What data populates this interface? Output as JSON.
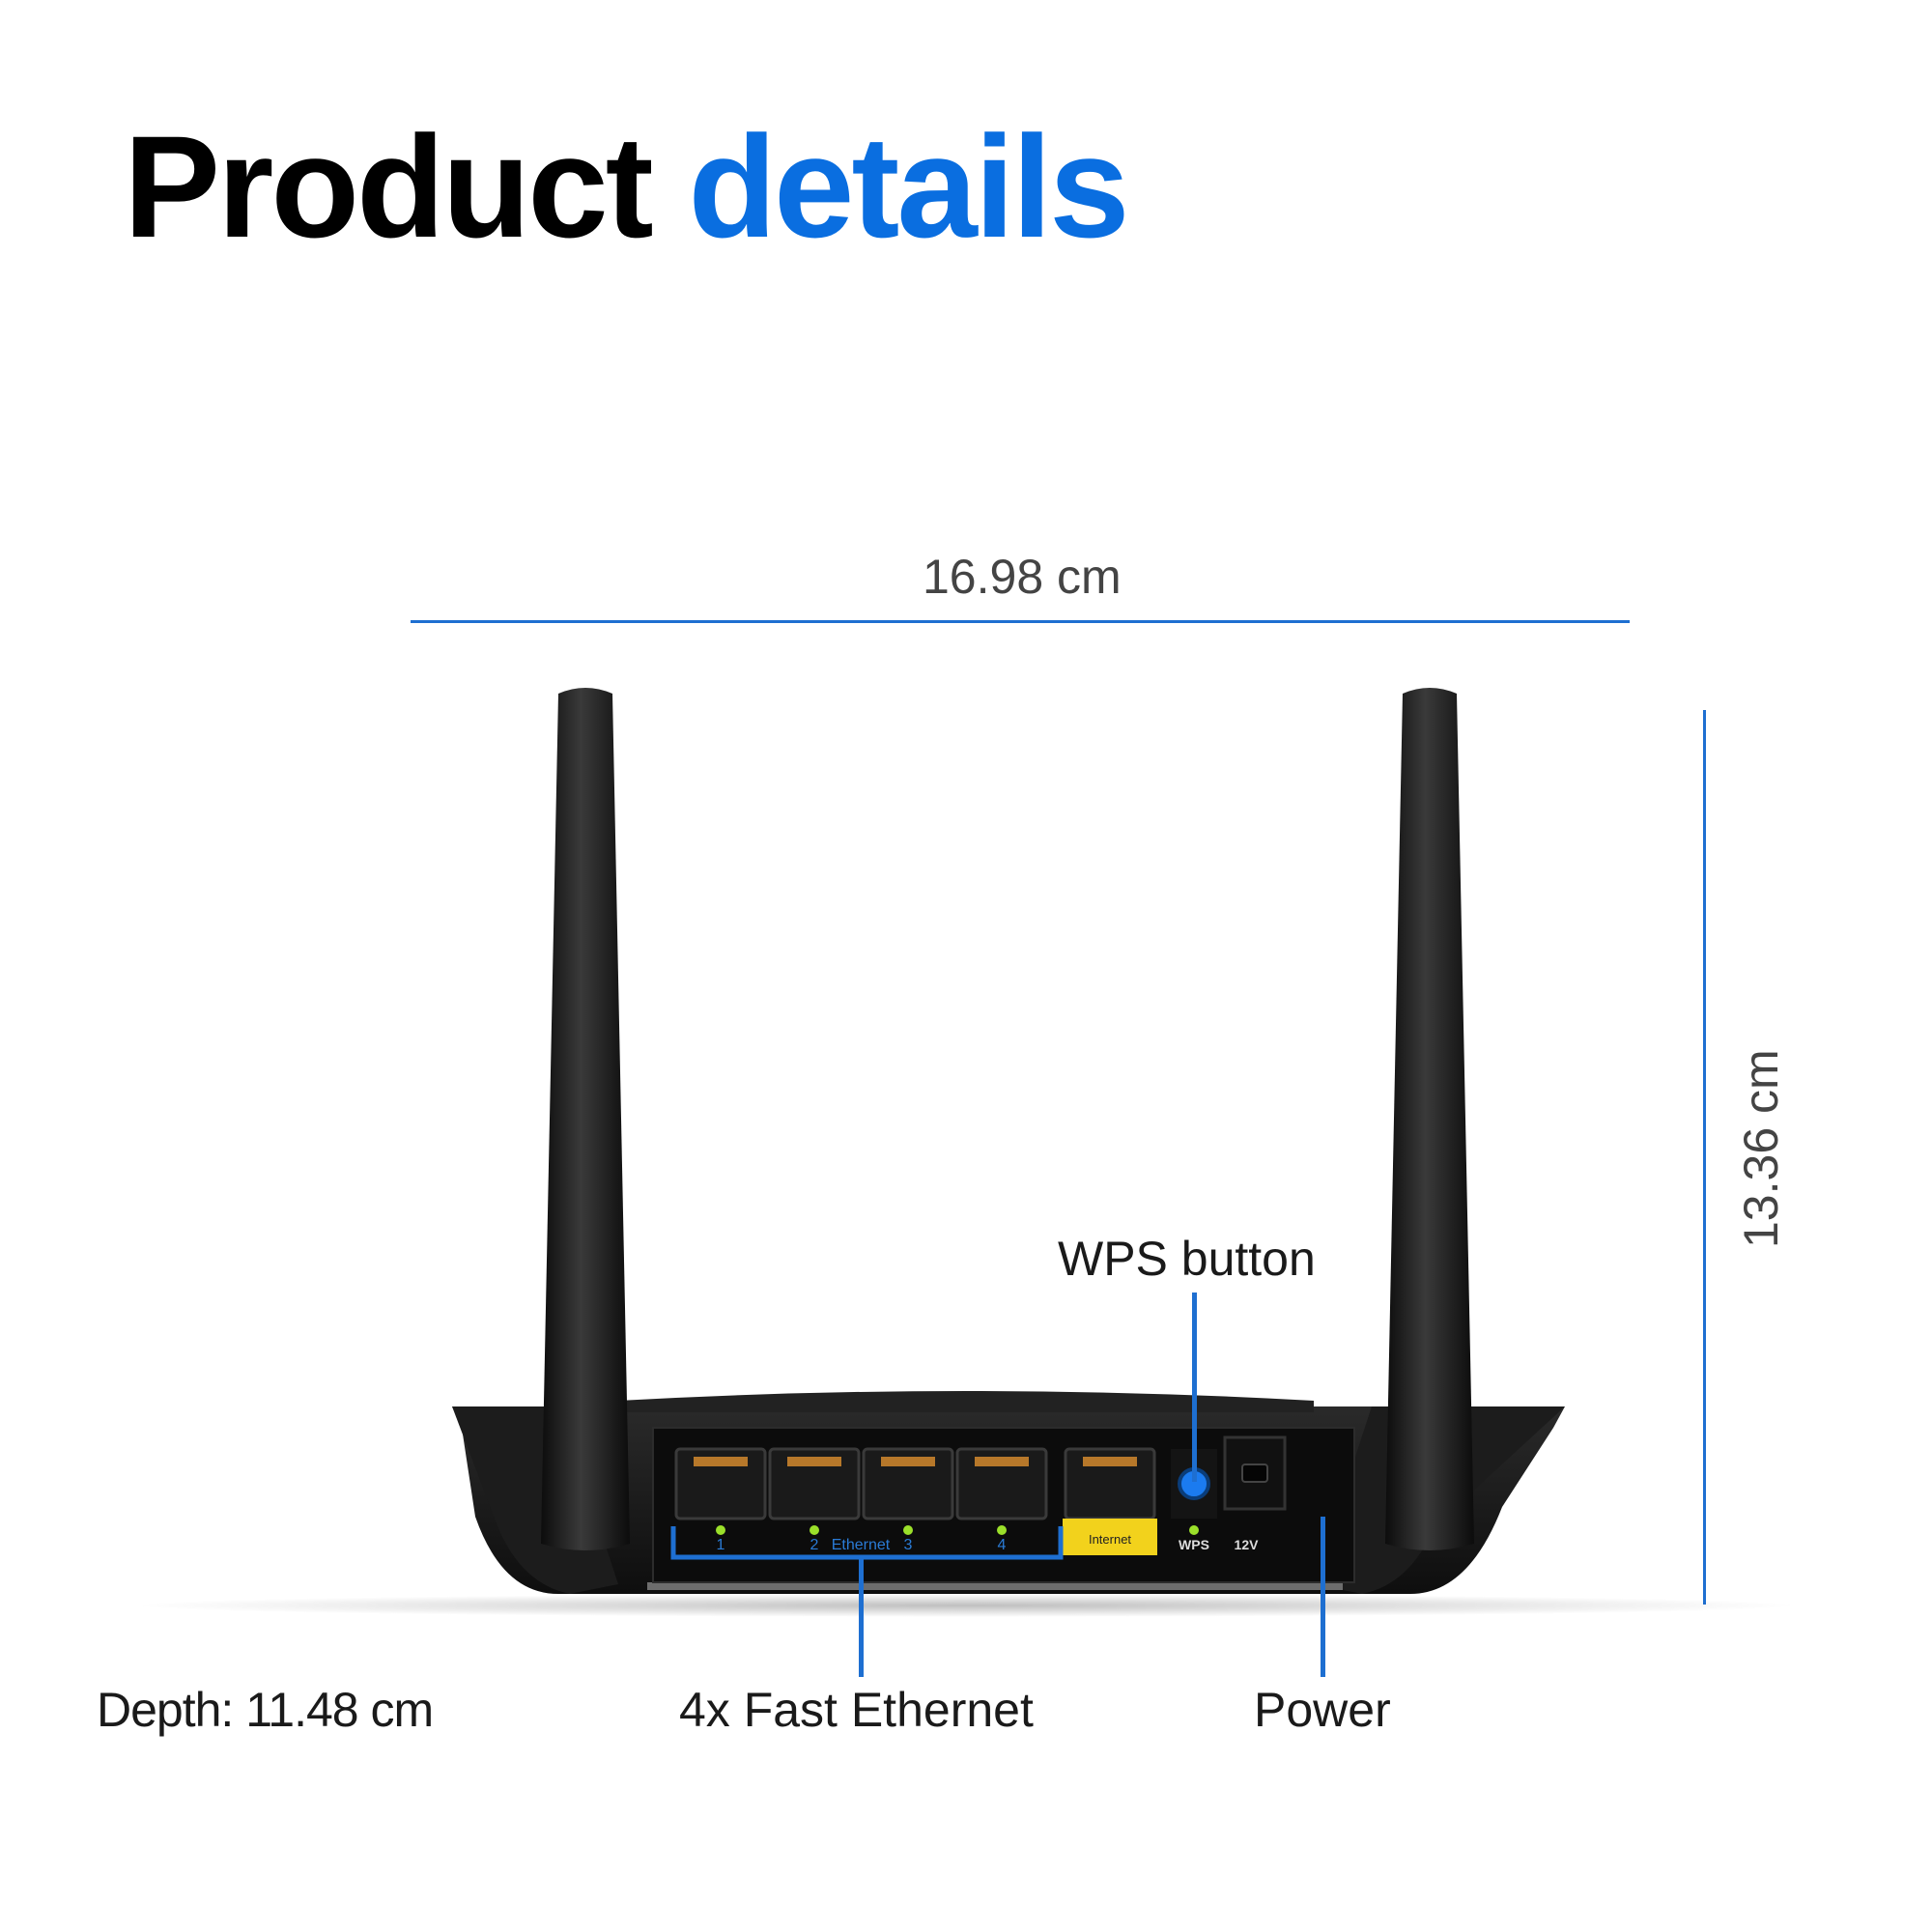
{
  "header": {
    "title_part1": "Product",
    "title_part2": "details"
  },
  "dimensions": {
    "width": "16.98 cm",
    "height": "13.36 cm",
    "depth": "Depth: 11.48 cm"
  },
  "callouts": {
    "wps": "WPS button",
    "ethernet": "4x Fast Ethernet",
    "power": "Power"
  },
  "router_panel": {
    "port_numbers": [
      "1",
      "2",
      "3",
      "4"
    ],
    "ethernet_label": "Ethernet",
    "internet_label": "Internet",
    "wps_label": "WPS",
    "voltage_label": "12V"
  },
  "colors": {
    "accent": "#0a6ee0",
    "internet_tag": "#f2d21c",
    "led": "#9be02a",
    "wps_button": "#1b7bf0",
    "router_body": "#161616"
  },
  "icons": [
    "antenna-left",
    "antenna-right",
    "ethernet-port",
    "internet-port",
    "wps-button",
    "power-jack"
  ]
}
